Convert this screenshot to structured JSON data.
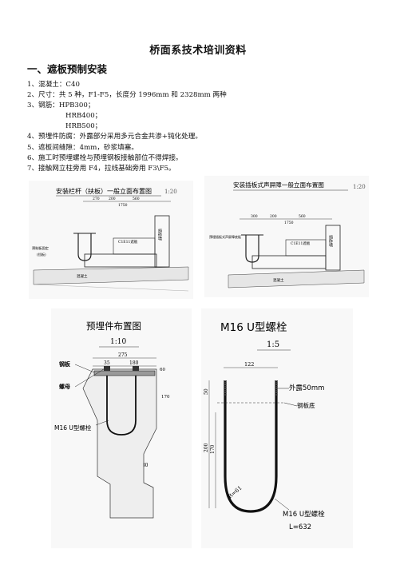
{
  "title": "桥面系技术培训资料",
  "section1": "一、遮板预制安装",
  "items": [
    "1、混凝土：C40",
    "2、尺寸：共 5 种，F1-F5，长度分 1996mm 和 2328mm 两种",
    "3、钢筋：HPB300；",
    "HRB400；",
    "HRB500；",
    "4、预埋件防腐：外露部分采用多元合金共渗+钝化处理。",
    "5、遮板间缝隙：4mm，砂浆填塞。",
    "6、施工时预埋螺栓与预埋钢板接触部位不得焊接。",
    "7、接触网立柱旁用 F4，拉线基础旁用 F3\\F5。"
  ],
  "fig1": {
    "title": "安装栏杆（扶板）一般立面布置图",
    "scale": "1:20",
    "dims": [
      "270",
      "200",
      "560",
      "1750"
    ],
    "side_label": "挡砟墙",
    "label_c": "C1E11遮板",
    "label_left1": "预制板固定",
    "label_left2": "(挡板)",
    "label_bottom": "混凝土"
  },
  "fig2": {
    "title": "安装插板式声屏障一般立面布置图",
    "scale": "1:20",
    "dims": [
      "300",
      "200",
      "560",
      "1750"
    ],
    "side_label": "挡砟墙",
    "label_c": "C1E11遮板",
    "label_left": "预埋插板式声屏障底板",
    "label_bottom": "混凝土"
  },
  "fig3": {
    "title": "预埋件布置图",
    "scale": "1:10",
    "dims": [
      "275",
      "35",
      "180",
      "60",
      "170",
      "180"
    ],
    "label_plate": "钢板",
    "label_nut": "螺母",
    "label_bolt": "M16 U型螺栓"
  },
  "fig4": {
    "title": "M16 U型螺栓",
    "scale": "1:5",
    "dims": [
      "122",
      "50",
      "200",
      "170",
      "R=61"
    ],
    "label_thread": "外露50mm",
    "label_plate": "钢板底",
    "label_name": "M16 U型螺栓",
    "label_length": "L=632"
  }
}
